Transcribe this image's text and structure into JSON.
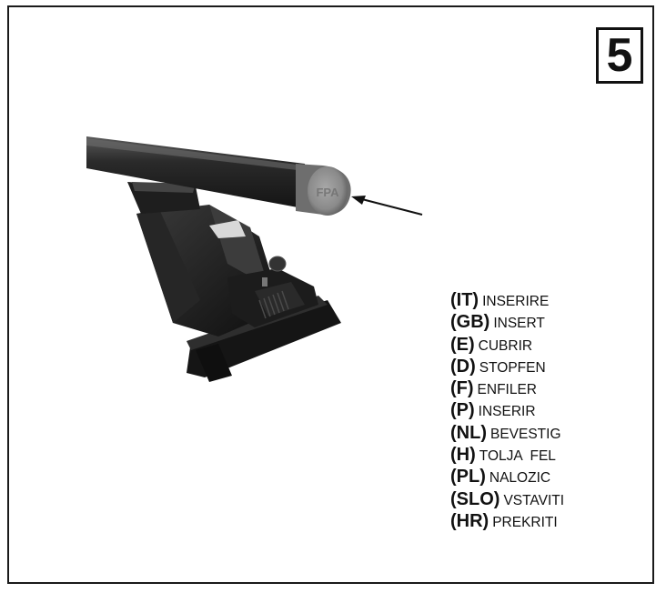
{
  "step": {
    "number": "5"
  },
  "illustration": {
    "subject": "roof-bar-end-cap",
    "cap_lettering": "FPA"
  },
  "labels": [
    {
      "code": "(IT)",
      "word": "INSERIRE"
    },
    {
      "code": "(GB)",
      "word": "INSERT"
    },
    {
      "code": "(E)",
      "word": "CUBRIR"
    },
    {
      "code": "(D)",
      "word": "STOPFEN"
    },
    {
      "code": "(F)",
      "word": "ENFILER"
    },
    {
      "code": "(P)",
      "word": "INSERIR"
    },
    {
      "code": "(NL)",
      "word": "BEVESTIG"
    },
    {
      "code": "(H)",
      "word": "TOLJA  FEL"
    },
    {
      "code": "(PL)",
      "word": "NALOZIC"
    },
    {
      "code": "(SLO)",
      "word": "VSTAVITI"
    },
    {
      "code": "(HR)",
      "word": "PREKRITI"
    }
  ],
  "colors": {
    "border": "#1a1a1a",
    "bar_dark": "#2b2b2b",
    "cap_gray": "#8c8c8c",
    "foot_black": "#1e1e1e"
  }
}
